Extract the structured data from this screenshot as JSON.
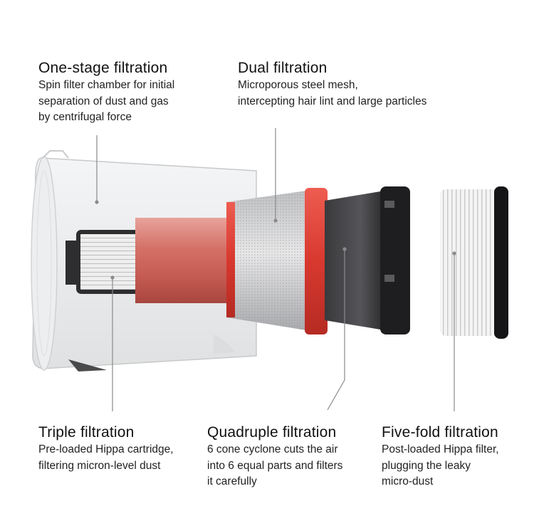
{
  "callouts": [
    {
      "id": "one-stage",
      "title": "One-stage filtration",
      "lines": [
        "Spin filter chamber for initial",
        "separation of dust and gas",
        "by centrifugal force"
      ]
    },
    {
      "id": "dual",
      "title": "Dual filtration",
      "lines": [
        "Microporous steel mesh,",
        "intercepting hair lint and large particles"
      ]
    },
    {
      "id": "triple",
      "title": "Triple filtration",
      "lines": [
        "Pre-loaded Hippa cartridge,",
        "filtering micron-level dust"
      ]
    },
    {
      "id": "quadruple",
      "title": "Quadruple filtration",
      "lines": [
        "6 cone cyclone cuts the air",
        "into 6 equal parts and filters",
        "it carefully"
      ]
    },
    {
      "id": "five-fold",
      "title": "Five-fold filtration",
      "lines": [
        "Post-loaded Hippa filter,",
        "plugging the leaky",
        "micro-dust"
      ]
    }
  ],
  "colors": {
    "accent_red": "#d94a41",
    "copper": "#c9665e",
    "dark_cone": "#2a2a2c",
    "filter_white": "#f2f2f2",
    "leader_line": "#8a8a8a"
  }
}
